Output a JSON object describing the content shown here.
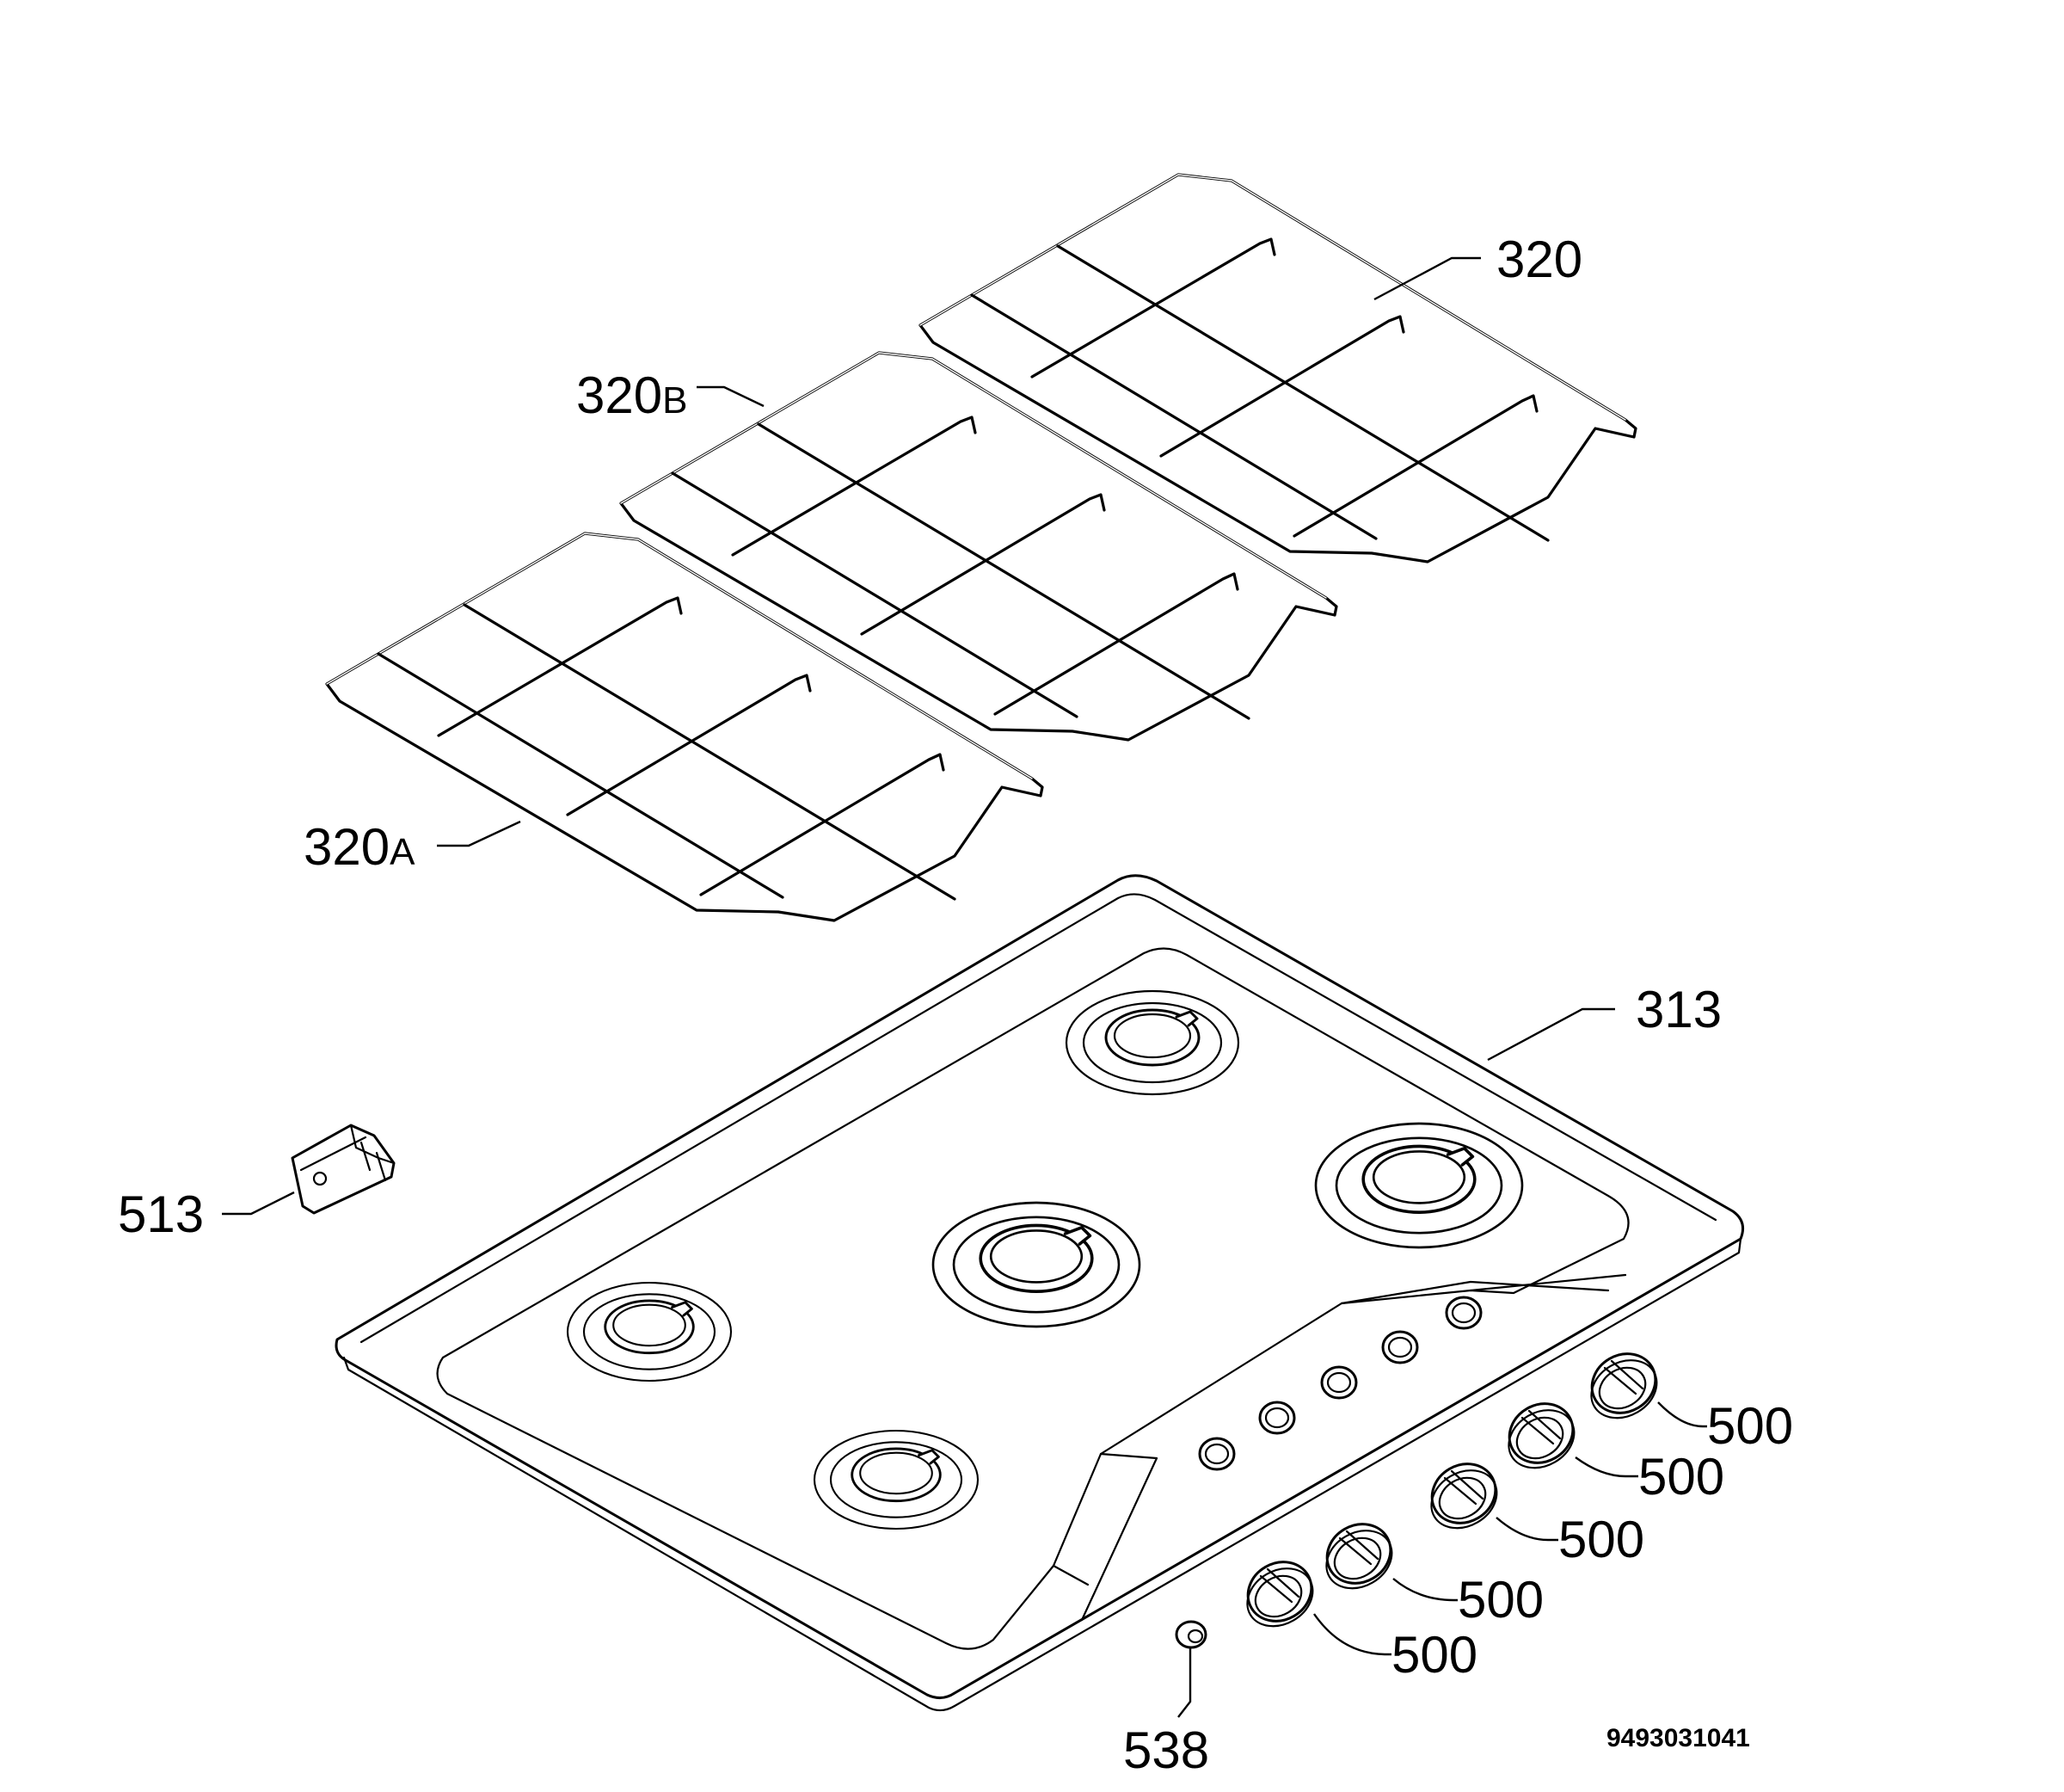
{
  "callouts": {
    "grate_right": "320",
    "grate_middle_num": "320",
    "grate_middle_suffix": "B",
    "grate_left_num": "320",
    "grate_left_suffix": "A",
    "hob_top": "313",
    "bracket": "513",
    "knob_1": "500",
    "knob_2": "500",
    "knob_3": "500",
    "knob_4": "500",
    "knob_5": "500",
    "spacer": "538"
  },
  "document_number": "9493031041"
}
